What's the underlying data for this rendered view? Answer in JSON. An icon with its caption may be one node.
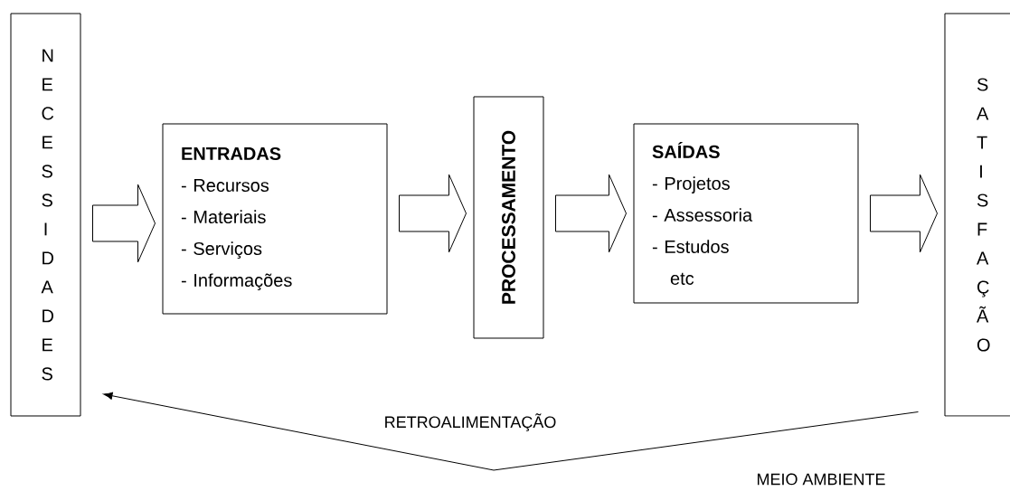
{
  "diagram": {
    "nodes": [
      {
        "text": [
          "N E C E S S I D A D E S"
        ]
      },
      {
        "text": [
          "ENTRADAS",
          "- Recursos",
          "- Materiais",
          "- Serviços",
          "- Informações"
        ]
      },
      {
        "text": [
          "PROCESSAMENTO"
        ]
      },
      {
        "text": [
          "SAÍDAS",
          "- Projetos",
          "- Assessoria",
          "- Estudos",
          "etc"
        ]
      },
      {
        "text": [
          "S A T I S F A Ç Ã O"
        ]
      }
    ],
    "edges": [
      {
        "from": 0,
        "to": 1,
        "arrow": "to",
        "style": "thick"
      },
      {
        "from": 1,
        "to": 2,
        "arrow": "to",
        "style": "thick"
      },
      {
        "from": 2,
        "to": 3,
        "arrow": "to",
        "style": "thick"
      },
      {
        "from": 3,
        "to": 4,
        "arrow": "to",
        "style": "thick"
      },
      {
        "from": 4,
        "to": 0,
        "arrow": "to",
        "label": "RETROALIMENTAÇÃO"
      }
    ],
    "labels": [
      "MEIO AMBIENTE"
    ]
  }
}
